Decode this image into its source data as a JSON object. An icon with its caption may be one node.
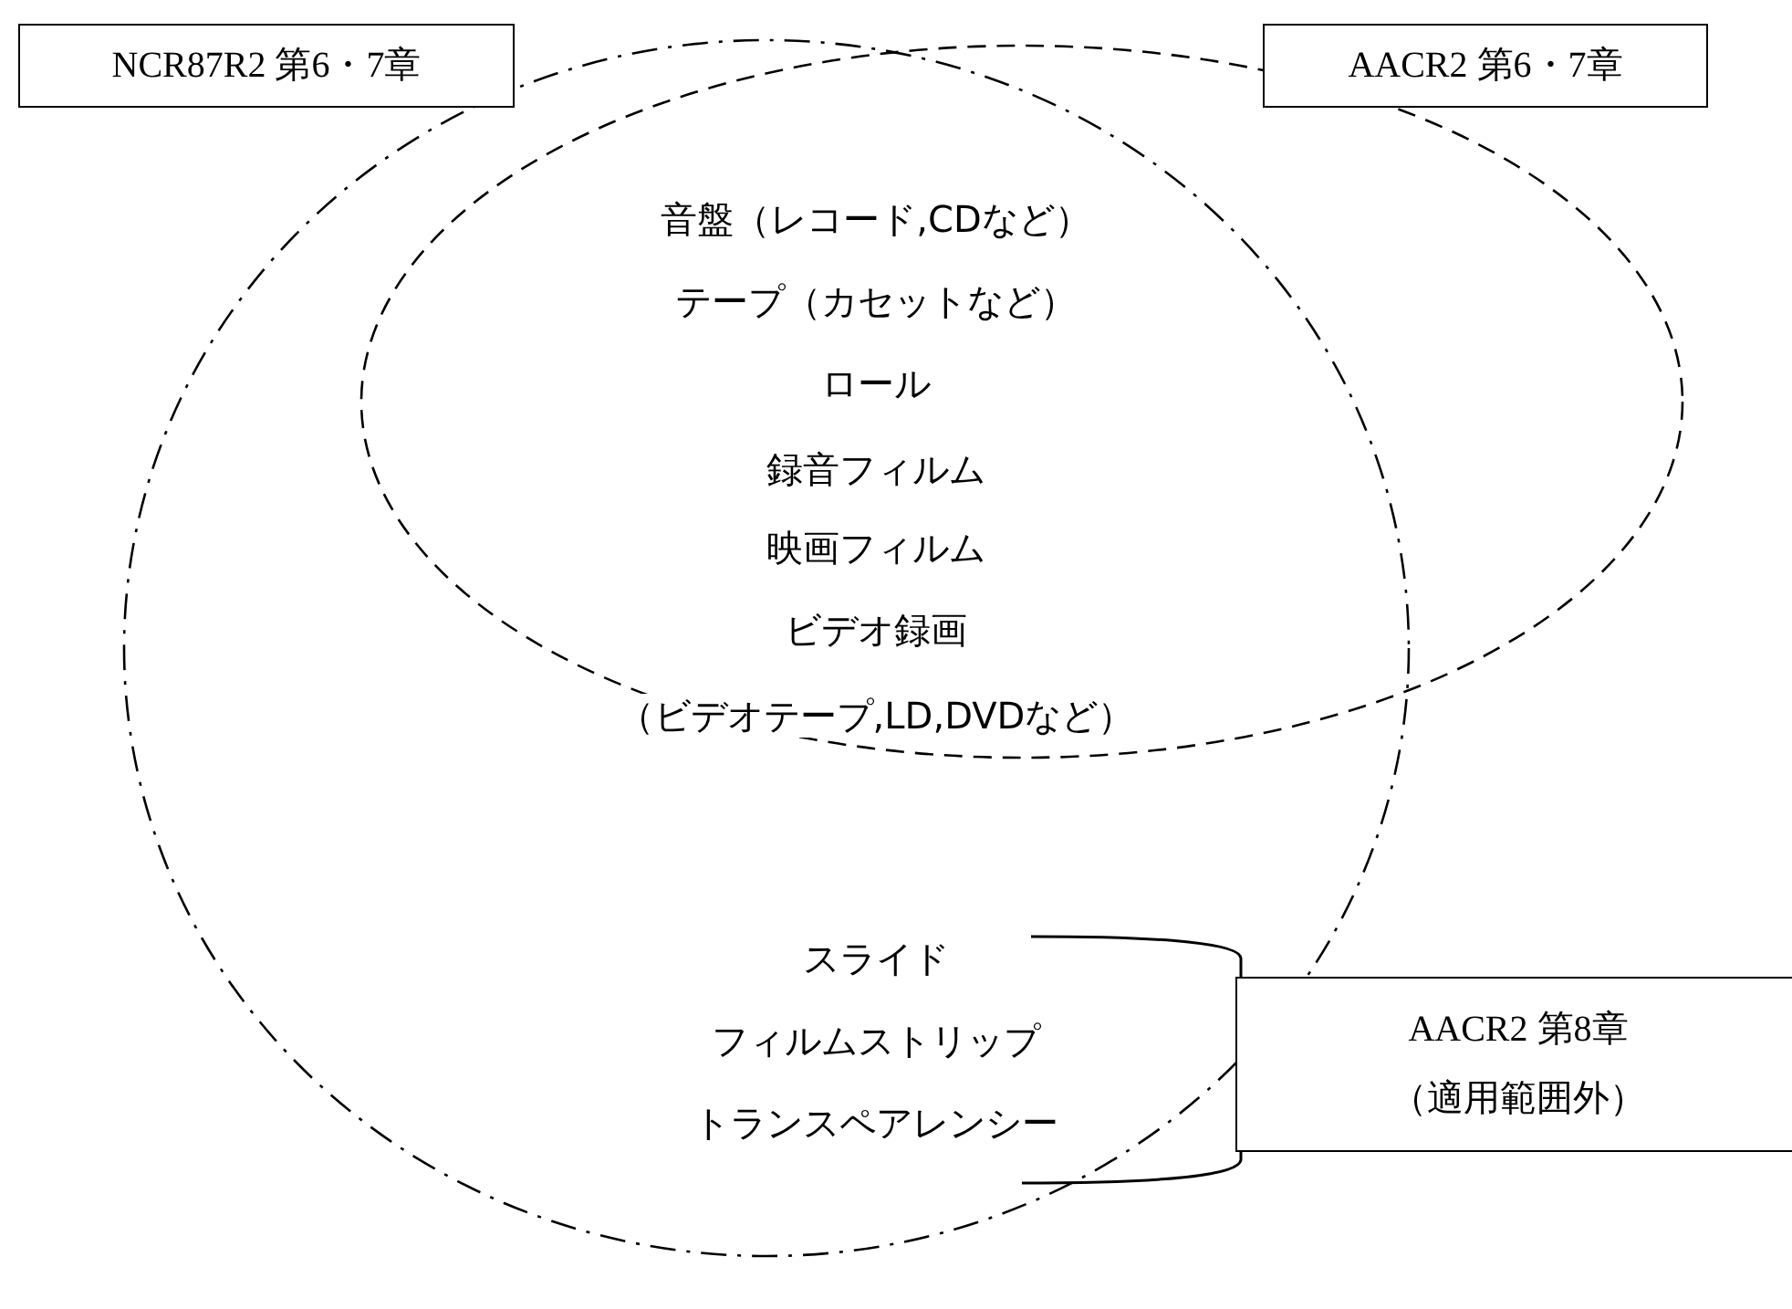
{
  "diagram": {
    "nodes": [
      {
        "text": [
          "NCR87R2 第6・7章"
        ]
      },
      {
        "text": [
          "AACR2 第6・7章"
        ]
      },
      {
        "text": [],
        "shape": "ellipse"
      },
      {
        "text": [],
        "shape": "ellipse"
      },
      {
        "text": [
          "AACR2 第8章",
          "（適用範囲外）"
        ]
      }
    ],
    "edges": [],
    "labels": [
      "音盤（レコード,CDなど）",
      "テープ（カセットなど）",
      "ロール",
      "録音フィルム",
      "映画フィルム",
      "ビデオ録画",
      "（ビデオテープ,LD,DVDなど）",
      "スライド",
      "フィルムストリップ",
      "トランスペアレンシー"
    ]
  }
}
